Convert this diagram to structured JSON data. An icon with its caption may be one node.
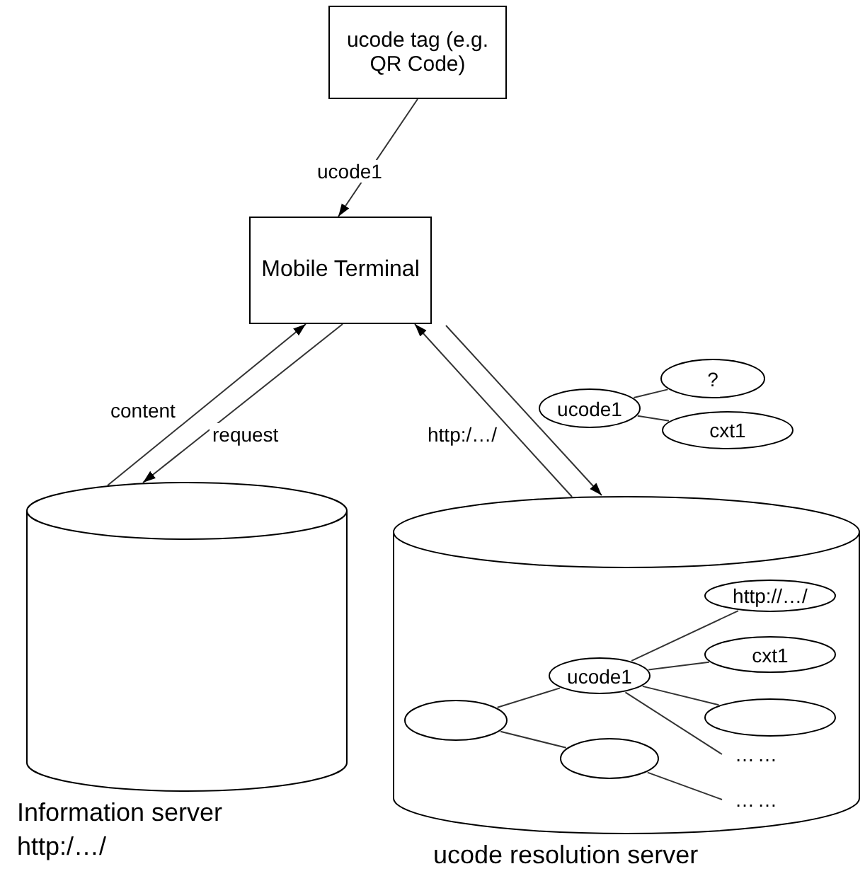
{
  "diagram": {
    "nodes": [
      {
        "text": [
          "ucode tag (e.g. QR Code)"
        ]
      },
      {
        "text": [
          "Mobile Terminal"
        ]
      },
      {
        "text": [
          "Information server",
          "http:/…/"
        ]
      },
      {
        "text": [
          "ucode resolution server"
        ]
      },
      {
        "text": [
          "ucode1"
        ]
      },
      {
        "text": [
          "?"
        ]
      },
      {
        "text": [
          "cxt1"
        ]
      },
      {
        "text": [],
        "shape": "ellipse",
        "in": 3
      },
      {
        "text": [
          "ucode1"
        ],
        "in": 3
      },
      {
        "text": [],
        "shape": "ellipse",
        "in": 3
      },
      {
        "text": [
          "http://…/"
        ],
        "in": 3
      },
      {
        "text": [
          "cxt1"
        ],
        "in": 3
      },
      {
        "text": [],
        "shape": "ellipse",
        "in": 3
      },
      {
        "text": [
          "……"
        ],
        "in": 3
      },
      {
        "text": [
          "……"
        ],
        "in": 3
      }
    ],
    "edges": [
      {
        "from": 0,
        "to": 1,
        "arrow": "to",
        "label": "ucode1"
      },
      {
        "from": 2,
        "to": 1,
        "arrow": "to",
        "label": "content"
      },
      {
        "from": 1,
        "to": 2,
        "arrow": "to",
        "label": "request"
      },
      {
        "from": 3,
        "to": 1,
        "arrow": "to",
        "label": "http:/…/"
      },
      {
        "from": 1,
        "to": 3,
        "arrow": "to"
      },
      {
        "from": 4,
        "to": 5,
        "arrow": "none"
      },
      {
        "from": 4,
        "to": 6,
        "arrow": "none"
      },
      {
        "from": 7,
        "to": 8,
        "arrow": "none"
      },
      {
        "from": 7,
        "to": 9,
        "arrow": "none"
      },
      {
        "from": 8,
        "to": 10,
        "arrow": "none"
      },
      {
        "from": 8,
        "to": 11,
        "arrow": "none"
      },
      {
        "from": 8,
        "to": 12,
        "arrow": "none"
      },
      {
        "from": 8,
        "to": 13,
        "arrow": "none"
      },
      {
        "from": 9,
        "to": 14,
        "arrow": "none"
      }
    ]
  }
}
